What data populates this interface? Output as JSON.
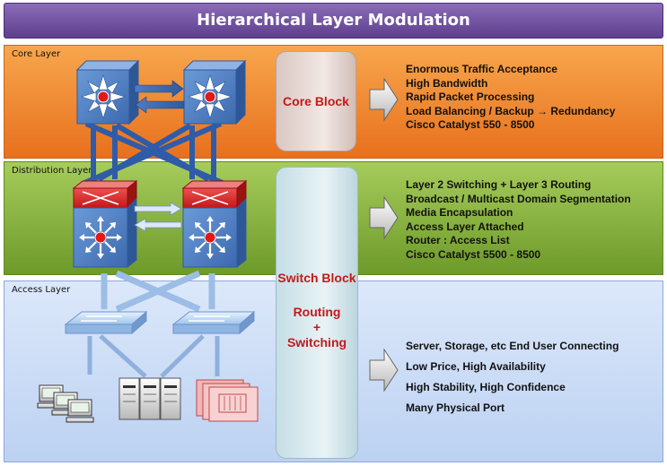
{
  "title": "Hierarchical Layer Modulation",
  "layers": {
    "core": {
      "label": "Core Layer",
      "block": "Core Block",
      "features": [
        "Enormous Traffic Acceptance",
        "High Bandwidth",
        "Rapid Packet Processing",
        "Load Balancing / Backup → Redundancy",
        "Cisco Catalyst 550 - 8500"
      ]
    },
    "distribution": {
      "label": "Distribution Layer",
      "features": [
        "Layer 2 Switching + Layer 3 Routing",
        "Broadcast / Multicast Domain Segmentation",
        "Media Encapsulation",
        "Access Layer Attached",
        "Router : Access List",
        "Cisco Catalyst 5500 - 8500"
      ]
    },
    "access": {
      "label": "Access Layer",
      "features": [
        "Server, Storage, etc End User Connecting",
        "Low Price, High Availability",
        "High Stability, High Confidence",
        "Many Physical Port"
      ]
    }
  },
  "switch_block": {
    "title": "Switch Block",
    "line1": "Routing",
    "line2": "+",
    "line3": "Switching"
  },
  "colors": {
    "title_bar": "#6a4c9c",
    "core": "#f08a35",
    "distribution": "#8fb848",
    "access": "#c9daf5",
    "block_text": "#c21a1a",
    "switch_blue": "#4e7fc4",
    "router_red": "#e02a2a"
  }
}
